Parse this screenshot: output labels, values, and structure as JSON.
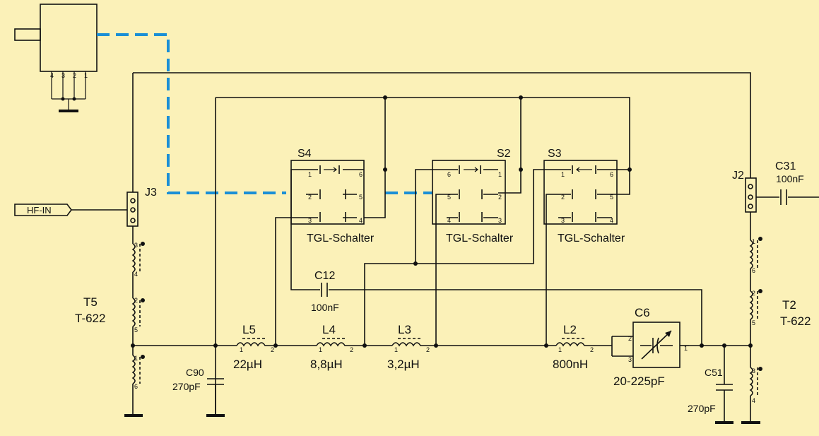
{
  "colors": {
    "background": "#fbf1b8",
    "wire": "#111111",
    "mechanical_link": "#1a8fd6"
  },
  "labels": {
    "hf_in": "HF-IN",
    "j3": "J3",
    "j2": "J2",
    "s4": "S4",
    "s2": "S2",
    "s3": "S3",
    "switch_type": "TGL-Schalter",
    "c12": "C12",
    "c12_value": "100nF",
    "c31": "C31",
    "c31_value": "100nF",
    "t5": "T5",
    "t5_type": "T-622",
    "t2": "T2",
    "t2_type": "T-622",
    "c90": "C90",
    "c90_value": "270pF",
    "l5": "L5",
    "l5_value": "22µH",
    "l4": "L4",
    "l4_value": "8,8µH",
    "l3": "L3",
    "l3_value": "3,2µH",
    "l2": "L2",
    "l2_value": "800nH",
    "c6": "C6",
    "c6_value": "20-225pF",
    "c51": "C51",
    "c51_value": "270pF"
  },
  "pins": {
    "one": "1",
    "two": "2",
    "three": "3",
    "four": "4",
    "five": "5",
    "six": "6"
  }
}
